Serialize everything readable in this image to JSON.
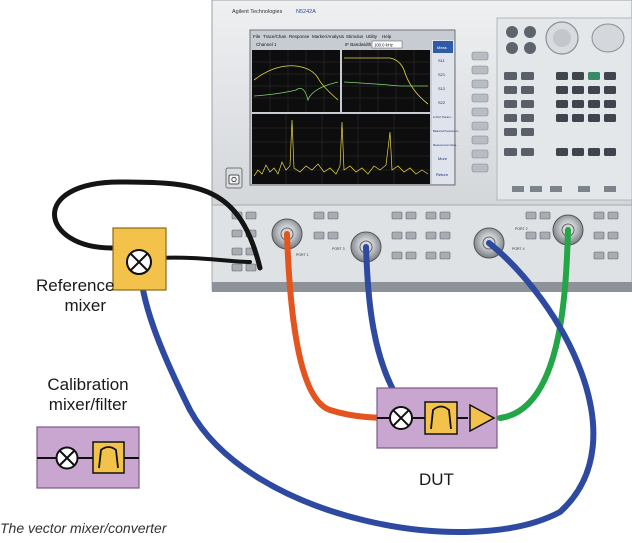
{
  "instrument": {
    "brand": "Agilent Technologies",
    "model": "N5242A",
    "menus": [
      "File",
      "Trace/Chan",
      "Response",
      "Marker/Analysis",
      "Stimulus",
      "Utility",
      "Help"
    ],
    "channel_label": "Channel 1",
    "if_bandwidth_label": "IF Bandwidth",
    "if_bandwidth_value": "100.0 kHz",
    "softkeys": [
      "Meas",
      "S11",
      "S21",
      "S12",
      "S22",
      "2-Port Param...",
      "Balanced Parameters...",
      "Measurement Class...",
      "More",
      "Return"
    ],
    "port_labels": [
      "PORT 1",
      "PORT 3",
      "PORT 4",
      "PORT 2"
    ]
  },
  "labels": {
    "reference_mixer_line1": "Reference",
    "reference_mixer_line2": "mixer",
    "calibration_line1": "Calibration",
    "calibration_line2": "mixer/filter",
    "dut": "DUT",
    "caption": "The vector mixer/converter"
  },
  "colors": {
    "cable_black": "#141414",
    "cable_red": "#e4541e",
    "cable_blue": "#2e4aa0",
    "cable_green": "#22a646",
    "mixer_block": "#f2c24a",
    "module_purple": "#c9a6d0",
    "screen_bg": "#0d0d0d",
    "softkey_blue": "#2f5aa6",
    "trace_yellow": "#e8d84a",
    "trace_green": "#7fd46a"
  }
}
